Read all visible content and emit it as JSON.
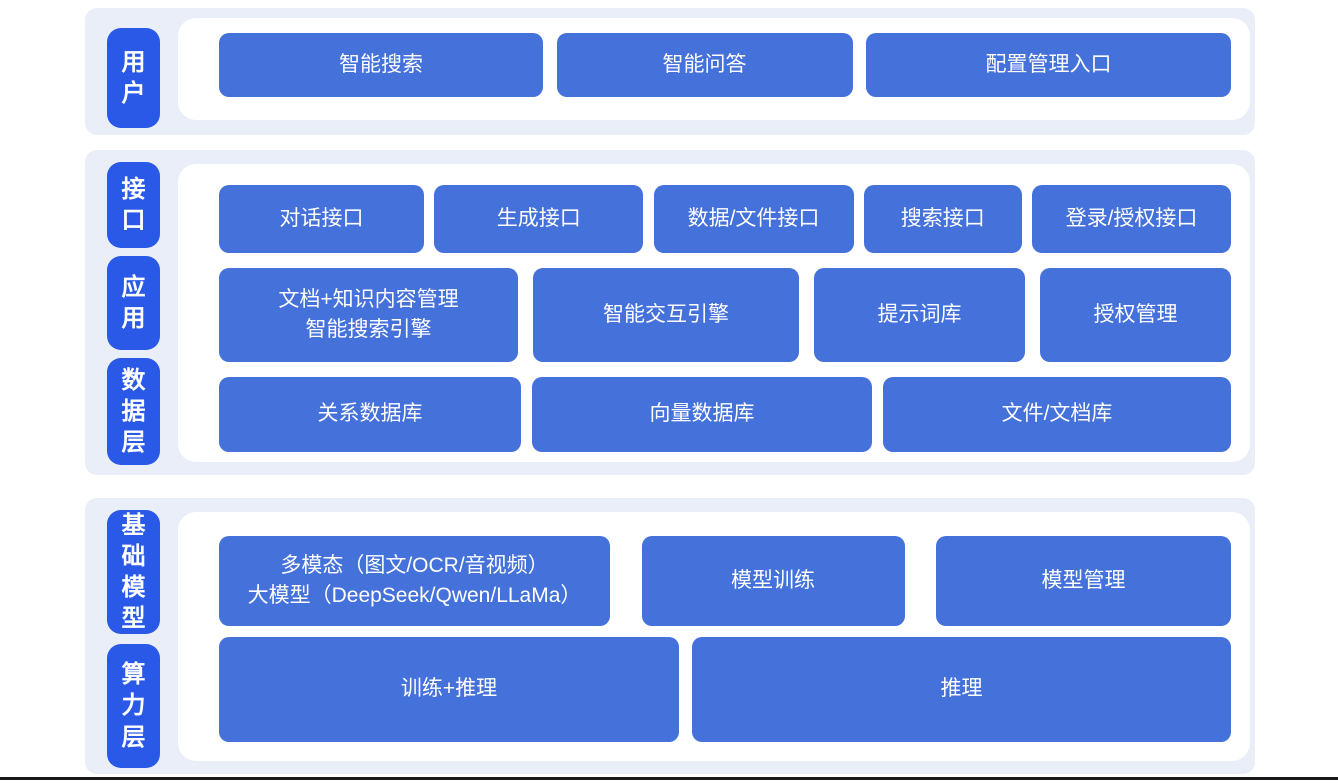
{
  "diagram": {
    "title_hint": "AI platform layered architecture diagram",
    "colors": {
      "band_background": "#e9eef8",
      "panel_background": "#ffffff",
      "layer_label_blue": "#2a59e8",
      "box_blue": "#4471da",
      "text_white": "#ffffff",
      "bottom_line": "#191919"
    },
    "sections": [
      {
        "labels": [
          "用户"
        ],
        "rows": [
          [
            "智能搜索",
            "智能问答",
            "配置管理入口"
          ]
        ]
      },
      {
        "labels": [
          "接口",
          "应用",
          "数据层"
        ],
        "rows": [
          [
            "对话接口",
            "生成接口",
            "数据/文件接口",
            "搜索接口",
            "登录/授权接口"
          ],
          [
            "文档+知识内容管理\n智能搜索引擎",
            "智能交互引擎",
            "提示词库",
            "授权管理"
          ],
          [
            "关系数据库",
            "向量数据库",
            "文件/文档库"
          ]
        ]
      },
      {
        "labels": [
          "基础模型",
          "算力层"
        ],
        "rows": [
          [
            "多模态（图文/OCR/音视频）\n大模型（DeepSeek/Qwen/LLaMa）",
            "模型训练",
            "模型管理"
          ],
          [
            "训练+推理",
            "推理"
          ]
        ]
      }
    ]
  }
}
